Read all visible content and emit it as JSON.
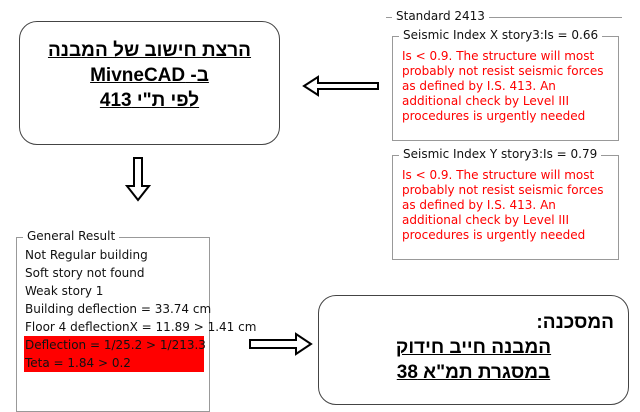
{
  "process_box": {
    "line1": "הרצת חישוב של המבנה",
    "line2": "ב-  MivneCAD",
    "line3": "לפי ת\"י 413"
  },
  "standard_group": {
    "title": "Standard 2413",
    "x_box": {
      "title": "Seismic Index X story3:Is = 0.66",
      "message": "Is < 0.9. The structure will most probably not resist seismic forces as defined by I.S. 413. An additional check by Level III procedures is urgently needed"
    },
    "y_box": {
      "title": "Seismic Index Y story3:Is = 0.79",
      "message": "Is < 0.9. The structure will most probably not resist seismic forces as defined by I.S. 413. An additional check by Level III  procedures is urgently needed"
    }
  },
  "general_result": {
    "title": "General Result",
    "lines": [
      "Not Regular building",
      "Soft story not found",
      "Weak story  1",
      "Building deflection = 33.74 cm",
      "Floor 4 deflectionX = 11.89 > 1.41 cm"
    ],
    "highlighted": [
      "Deflection = 1/25.2 > 1/213.3",
      "Teta = 1.84 > 0.2"
    ],
    "highlight_color": "#ff0000"
  },
  "conclusion_box": {
    "heading": "המסכנה:",
    "line1": "המבנה חייב חידוק",
    "line2": "במסגרת תמ\"א 38"
  }
}
